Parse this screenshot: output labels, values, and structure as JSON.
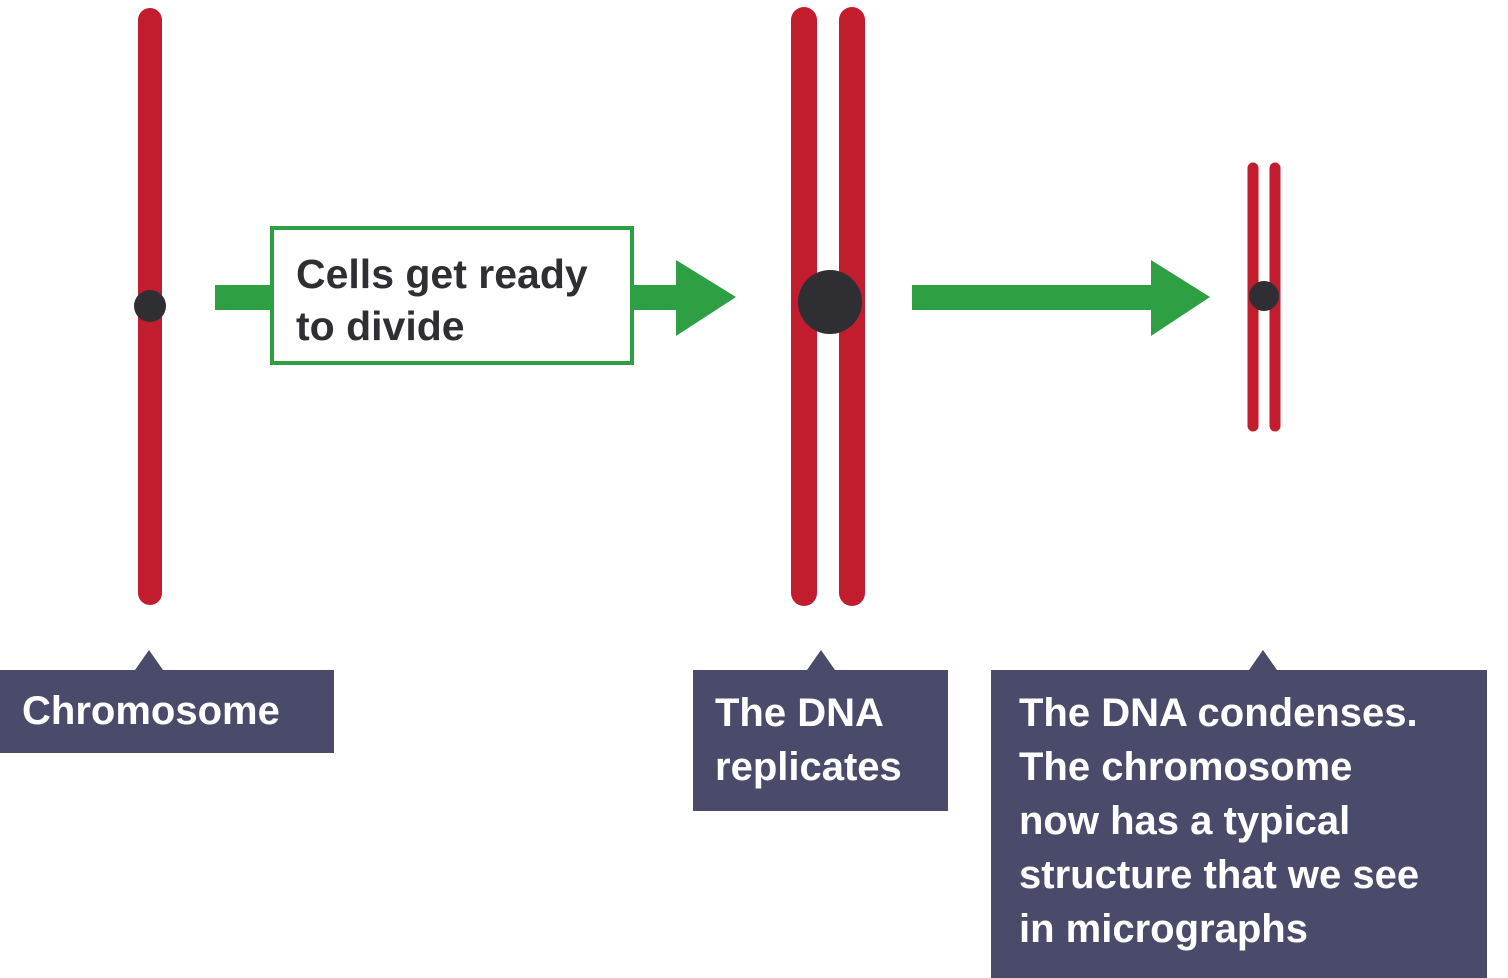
{
  "diagram": {
    "process_box": {
      "lines": [
        "Cells get ready",
        "to divide"
      ]
    },
    "labels": {
      "chromosome": {
        "lines": [
          "Chromosome"
        ]
      },
      "replicates": {
        "lines": [
          "The DNA",
          "replicates"
        ]
      },
      "condenses": {
        "lines": [
          "The DNA condenses.",
          "The chromosome",
          "now has a typical",
          "structure that we see",
          "in micrographs"
        ]
      }
    },
    "colors": {
      "chromatid": "#c21d2e",
      "centromere": "#2f2f33",
      "arrow": "#2ea043",
      "label_background": "#4a4a6a",
      "label_text": "#ffffff"
    }
  }
}
